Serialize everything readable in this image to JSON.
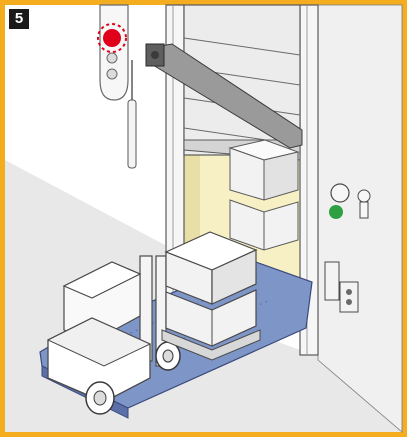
{
  "figure": {
    "step_number": "5"
  },
  "colors": {
    "frame_border": "#f3ad1e",
    "wall": "#e9e9e9",
    "door_opening_interior": "#f6f0c4",
    "dock_leveller": "#7e95c8",
    "warning_light": "#e0001b",
    "green_indicator": "#2ea043",
    "outline": "#5a5a5a"
  },
  "icons": [
    "step-number-badge",
    "warning-light-icon",
    "sectional-door",
    "forklift",
    "pallet-with-boxes",
    "dock-leveller",
    "control-box",
    "sensor-green-icon"
  ]
}
